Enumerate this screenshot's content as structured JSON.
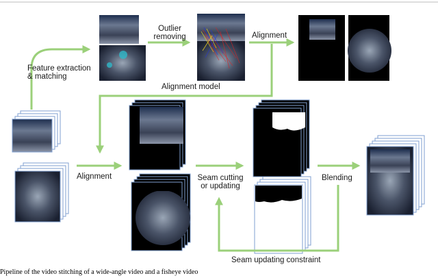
{
  "labels": {
    "feature_extraction_line1": "Feature extraction",
    "feature_extraction_line2": "& matching",
    "outlier_line1": "Outlier",
    "outlier_line2": "removing",
    "alignment_top": "Alignment",
    "alignment_model": "Alignment model",
    "alignment_left": "Alignment",
    "seam_line1": "Seam cutting",
    "seam_line2": "or updating",
    "blending": "Blending",
    "seam_constraint": "Seam updating constraint"
  },
  "caption": "Pipeline of the video stitching of a wide-angle video and a fisheye video",
  "colors": {
    "arrow_green": "#9bd07a",
    "frame_blue": "#7f9fd0",
    "mask_black": "#000000"
  }
}
